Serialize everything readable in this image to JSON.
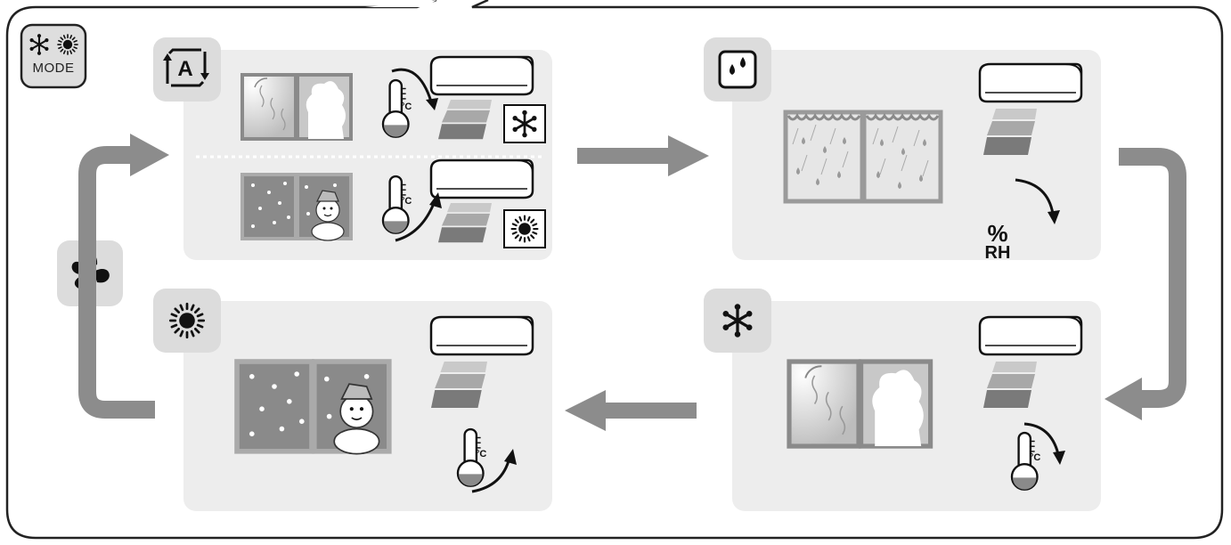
{
  "mode_button": {
    "label": "MODE",
    "icons": [
      "snowflake-icon",
      "sun-icon"
    ]
  },
  "modes": {
    "auto": {
      "icon": "auto-mode-icon",
      "letter": "A",
      "temp_unit": "°C"
    },
    "dry": {
      "icon": "dry-mode-icon",
      "humidity_top": "%",
      "humidity_unit": "RH"
    },
    "cool": {
      "icon": "snowflake-icon",
      "temp_unit": "°C"
    },
    "heat": {
      "icon": "sun-icon",
      "temp_unit": "°C"
    },
    "fan": {
      "icon": "fan-icon"
    }
  },
  "colors": {
    "panel": "#ededed",
    "arrow": "#8c8c8c",
    "outline": "#222222",
    "window": "#9a9a9a"
  }
}
